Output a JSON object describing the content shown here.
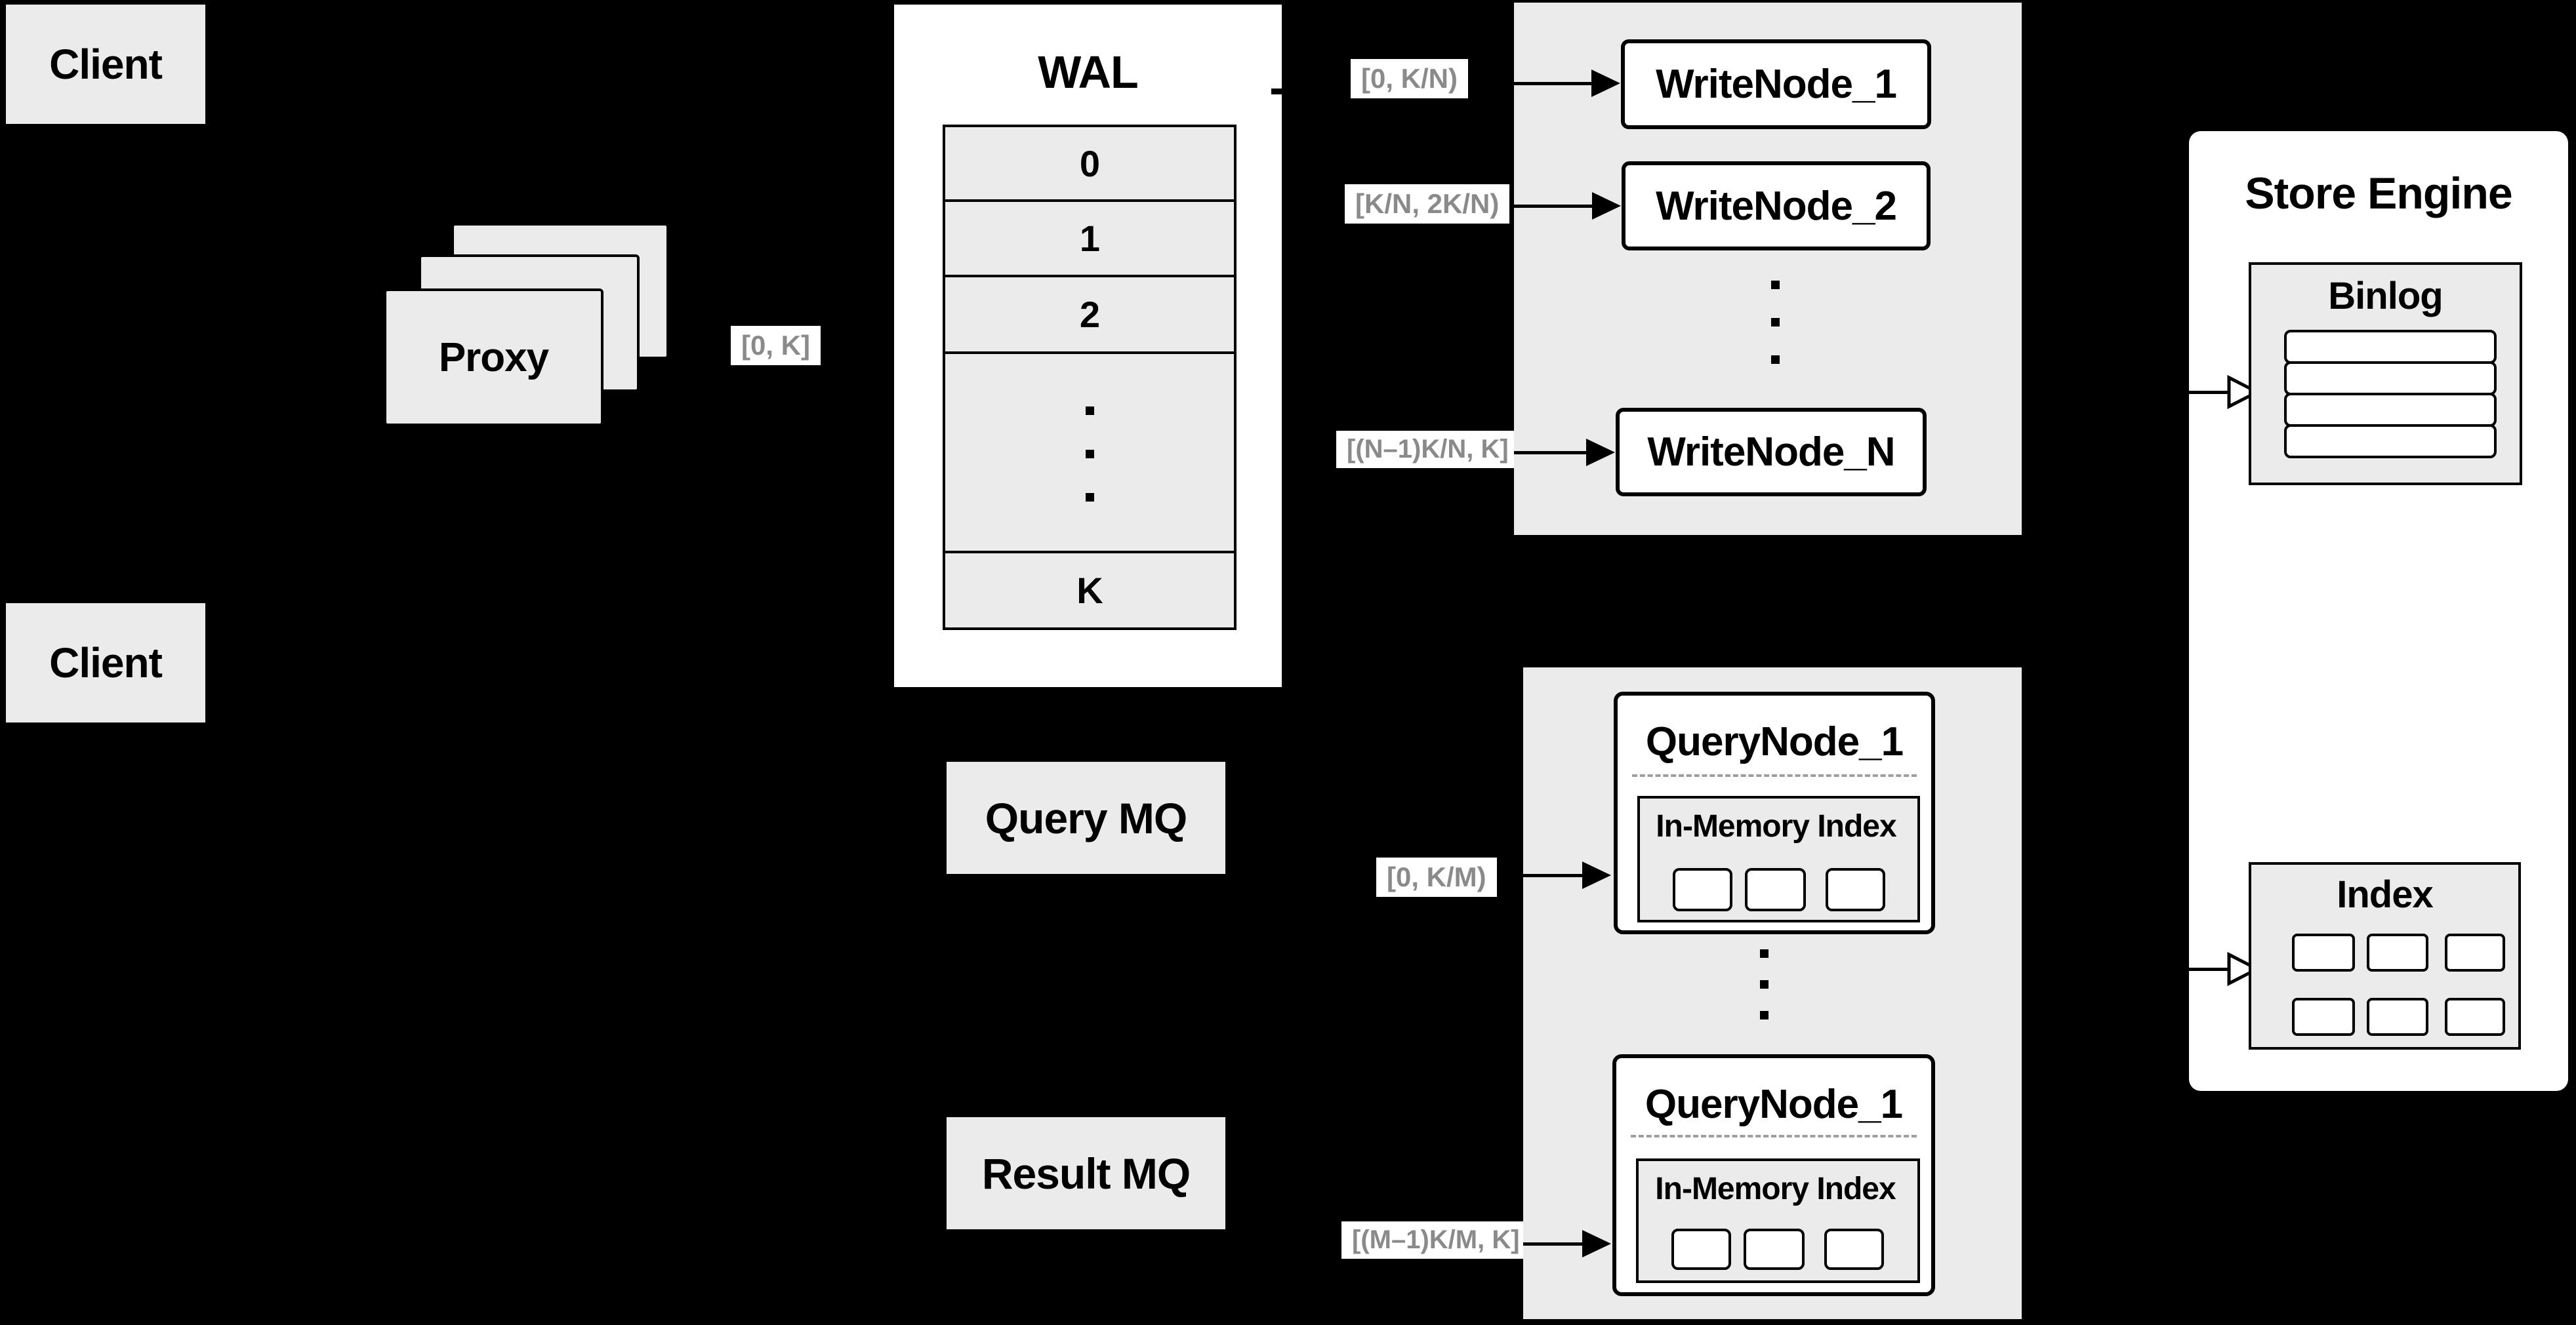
{
  "diagram": {
    "clients": {
      "top": "Client",
      "bottom": "Client"
    },
    "proxy": {
      "label": "Proxy",
      "range_label": "[0, K]"
    },
    "wal": {
      "title": "WAL",
      "rows": [
        "0",
        "1",
        "2"
      ],
      "last_row": "K"
    },
    "write_group": {
      "nodes": [
        "WriteNode_1",
        "WriteNode_2",
        "WriteNode_N"
      ],
      "range_labels": [
        "[0,  K/N)",
        "[K/N, 2K/N)",
        "[(N–1)K/N,  K]"
      ]
    },
    "query_mq": "Query MQ",
    "result_mq": "Result MQ",
    "query_group": {
      "nodes": [
        "QueryNode_1",
        "QueryNode_1"
      ],
      "in_memory_label": "In-Memory Index",
      "range_labels": [
        "[0, K/M)",
        "[(M–1)K/M, K]"
      ]
    },
    "store_engine": {
      "title": "Store Engine",
      "binlog_title": "Binlog",
      "index_title": "Index"
    },
    "colors": {
      "background": "#000000",
      "panel_gray": "#ebebeb",
      "box_white": "#ffffff",
      "border_black": "#000000",
      "label_text_gray": "#8a8a8a"
    }
  }
}
